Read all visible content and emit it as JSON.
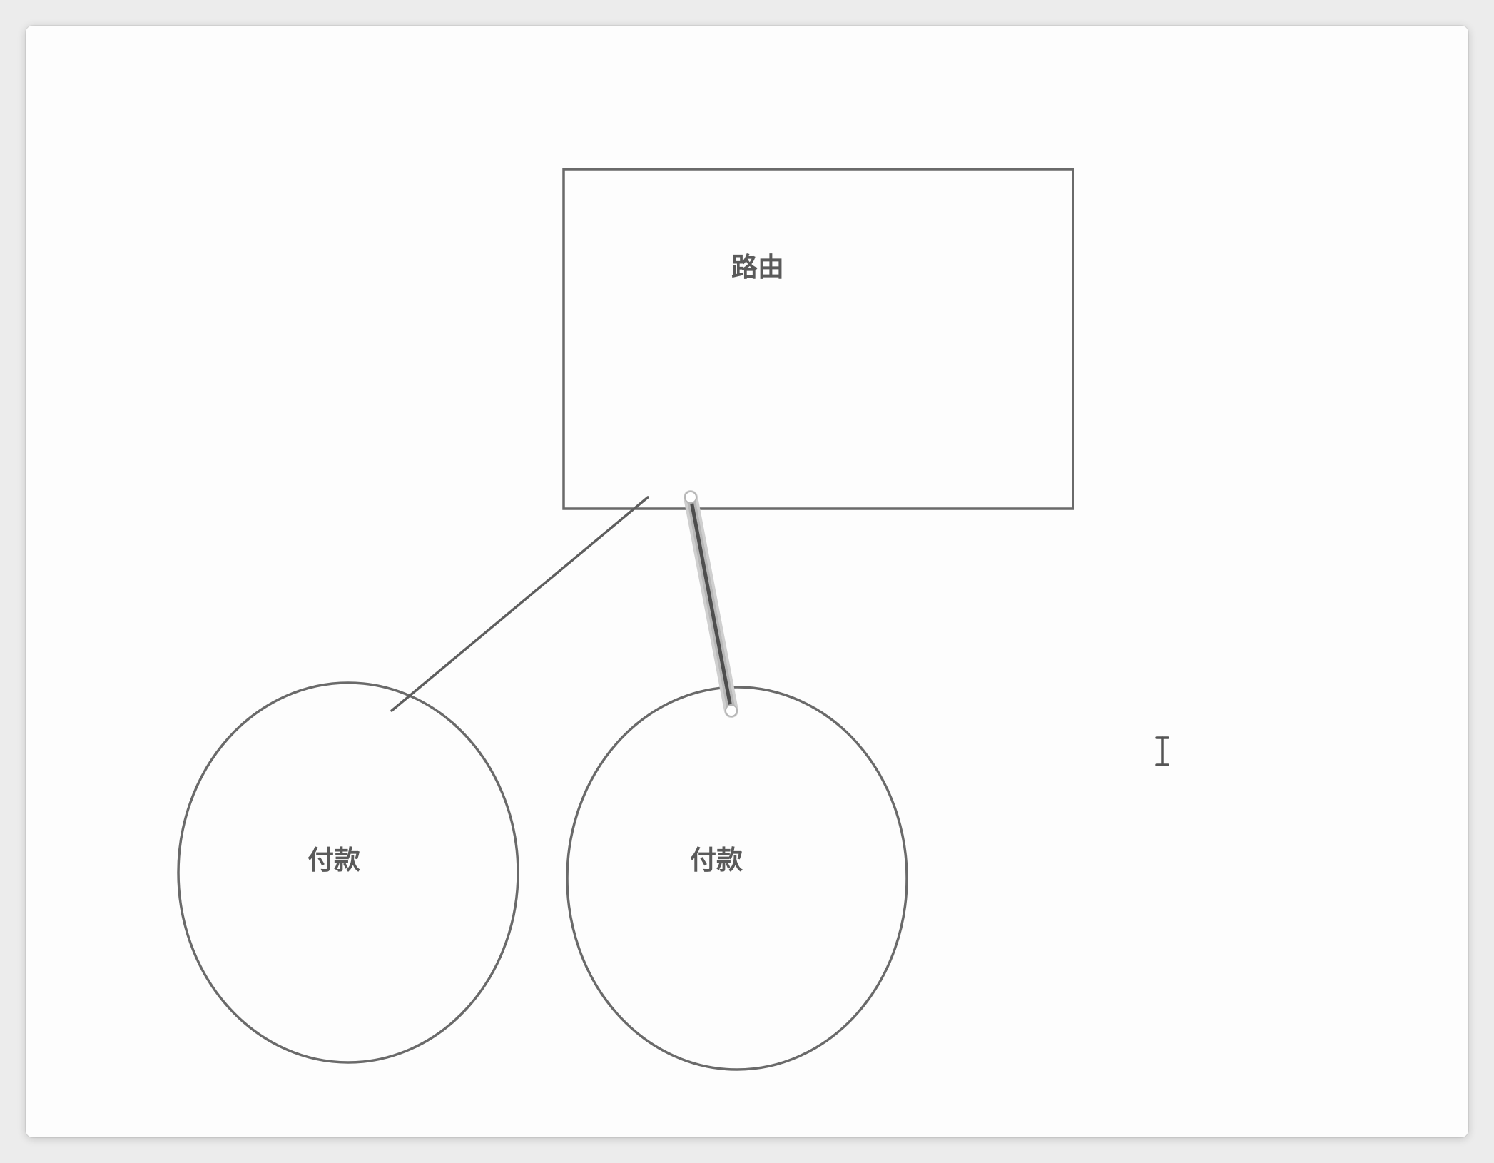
{
  "diagram": {
    "nodes": [
      {
        "id": "router",
        "shape": "rectangle",
        "label": "路由"
      },
      {
        "id": "payment-left",
        "shape": "ellipse",
        "label": "付款"
      },
      {
        "id": "payment-right",
        "shape": "ellipse",
        "label": "付款"
      }
    ],
    "edges": [
      {
        "from": "router",
        "to": "payment-left",
        "selected": false
      },
      {
        "from": "router",
        "to": "payment-right",
        "selected": true
      }
    ]
  },
  "colors": {
    "stroke": "#6a6a6a",
    "selection_halo": "#c8c8c8",
    "label": "#5a5a5a",
    "canvas": "#fdfdfd"
  },
  "cursor": {
    "icon": "text-cursor-icon"
  }
}
